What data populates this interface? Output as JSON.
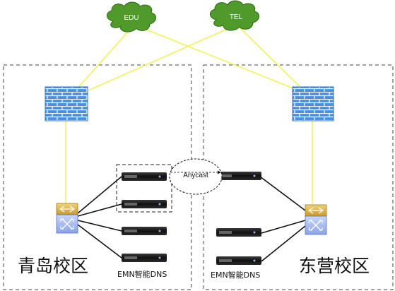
{
  "clouds": {
    "edu": {
      "label": "EDU",
      "color": "#4f9a2a"
    },
    "tel": {
      "label": "TEL",
      "color": "#4f9a2a"
    }
  },
  "campuses": {
    "left": {
      "name": "青岛校区",
      "dns_label": "EMN智能DNS"
    },
    "right": {
      "name": "东营校区",
      "dns_label": "EMN智能DNS"
    }
  },
  "anycast": {
    "label": "Anycast"
  },
  "colors": {
    "link": "#f2f25a",
    "dns_link": "#111111",
    "firewall": "#4a8fe0",
    "switch_top": "#d9b24a",
    "switch_bottom": "#a9bdf2"
  }
}
